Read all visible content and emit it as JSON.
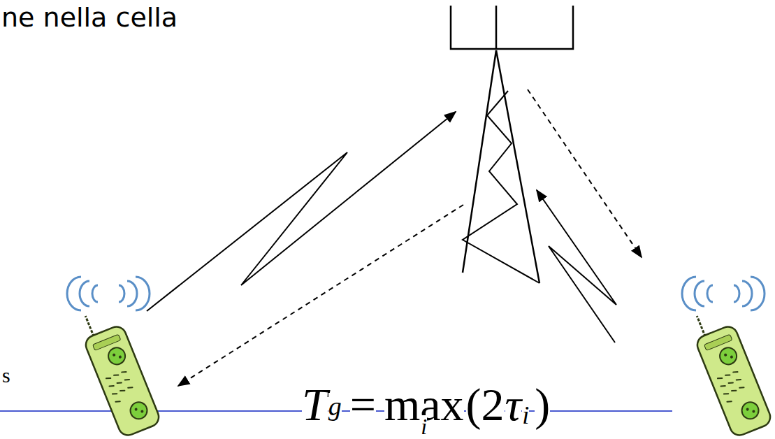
{
  "diagram": {
    "labels": [
      "ne nella cella",
      "s",
      "T",
      "g",
      "=",
      "max",
      "i",
      "(2",
      "τ",
      "i",
      ")"
    ]
  }
}
